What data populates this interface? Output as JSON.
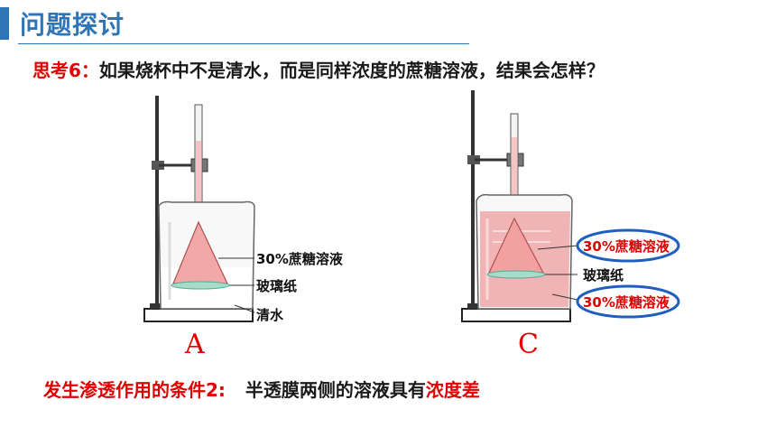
{
  "header": {
    "title": "问题探讨"
  },
  "question": {
    "prefix": "思考6：",
    "text": "如果烧杯中不是清水，而是同样浓度的蔗糖溶液，结果会怎样？"
  },
  "figure_a": {
    "letter": "A",
    "labels": {
      "funnel_solution": "30%蔗糖溶液",
      "membrane": "玻璃纸",
      "beaker_liquid": "清水"
    }
  },
  "figure_c": {
    "letter": "C",
    "labels": {
      "funnel_solution": "30%蔗糖溶液",
      "membrane": "玻璃纸",
      "beaker_liquid": "30%蔗糖溶液"
    },
    "highlight_color": "#1f5fbf"
  },
  "condition": {
    "label": "发生渗透作用的条件2:",
    "text": "半透膜两侧的溶液具有",
    "highlight": "浓度差"
  },
  "colors": {
    "accent_blue": "#2e75b6",
    "accent_red": "#e00000",
    "solution_pink": "#f0a8a8",
    "membrane_green": "#a8dcc8"
  }
}
